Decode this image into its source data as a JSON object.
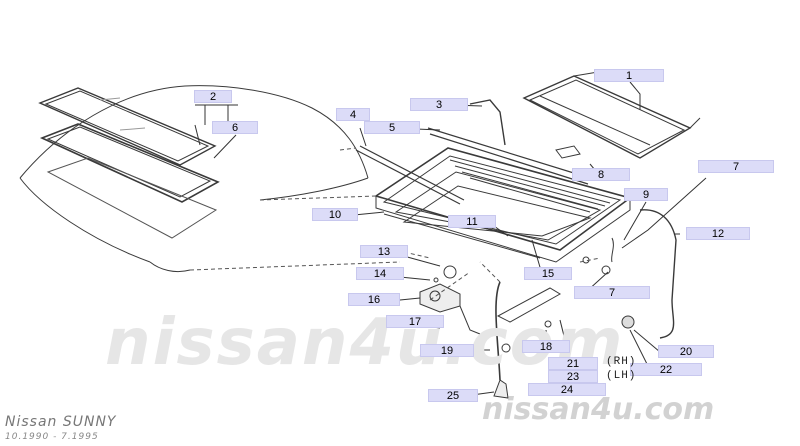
{
  "brand": {
    "model": "Nissan SUNNY",
    "dates": "10.1990 - 7.1995"
  },
  "watermark": {
    "large": "nissan4u.com",
    "small": "nissan4u.com"
  },
  "callouts": {
    "c1": "1",
    "c2": "2",
    "c3": "3",
    "c4": "4",
    "c5": "5",
    "c6": "6",
    "c7a": "7",
    "c7b": "7",
    "c8": "8",
    "c9": "9",
    "c10": "10",
    "c11": "11",
    "c12": "12",
    "c13": "13",
    "c14": "14",
    "c15": "15",
    "c16": "16",
    "c17": "17",
    "c18": "18",
    "c19": "19",
    "c20": "20",
    "c21": "21",
    "c22": "22",
    "c23": "23",
    "c24": "24",
    "c25": "25"
  },
  "side_labels": {
    "rh": "(RH)",
    "lh": "(LH)"
  },
  "colors": {
    "callout_fill": "#dcdcf8",
    "line": "#3a3a3a",
    "watermark": "#e6e6e6"
  }
}
